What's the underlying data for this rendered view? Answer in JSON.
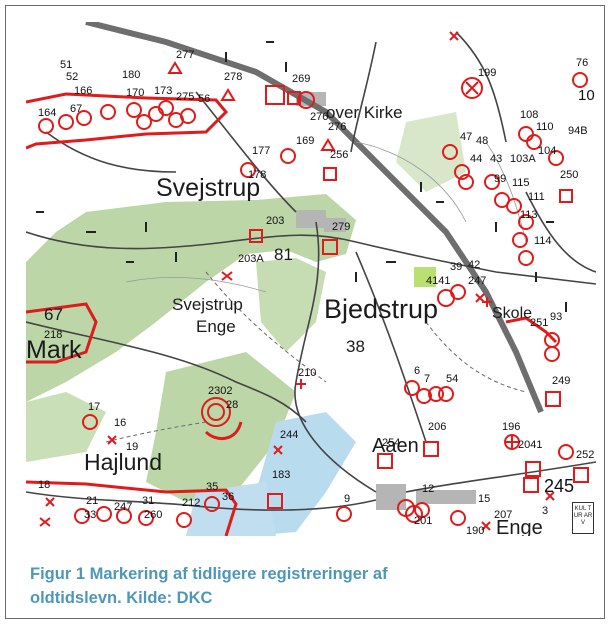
{
  "caption": {
    "line1": "Figur 1 Markering af tidligere registreringer af",
    "line2": "oldtidslevn. Kilde: DKC"
  },
  "map": {
    "place_names": {
      "svejstrup": "Svejstrup",
      "bjedstrup": "Bjedstrup",
      "svejstrup_enge_1": "Svejstrup",
      "svejstrup_enge_2": "Enge",
      "hajlund": "Hajlund",
      "mark": "Mark",
      "kirke": "over Kirke",
      "skole": "Skole",
      "aaen": "Aaen",
      "enge_bottom": "Enge"
    },
    "spot_heights": {
      "h81": "81",
      "h38": "38",
      "h67": "67"
    },
    "logo_text": "KUL TUR ARV",
    "colors": {
      "marker": "#e01b1b",
      "road": "#7a7a7a",
      "forest": "#b9d3a6",
      "water": "#b6d7ea",
      "village": "#b8b8b8"
    },
    "site_numbers": [
      "277",
      "180",
      "51",
      "52",
      "166",
      "170",
      "173",
      "275",
      "56",
      "164",
      "67",
      "278",
      "269",
      "199",
      "76",
      "10",
      "276",
      "276",
      "108",
      "110",
      "94B",
      "47",
      "48",
      "44",
      "43",
      "103A",
      "104",
      "250",
      "99",
      "115",
      "111",
      "169",
      "256",
      "177",
      "178",
      "203",
      "279",
      "113",
      "114",
      "42",
      "203A",
      "39",
      "4141",
      "247",
      "251",
      "93",
      "218",
      "210",
      "6",
      "7",
      "54",
      "249",
      "2302",
      "28",
      "17",
      "16",
      "19",
      "196",
      "2041",
      "252",
      "206",
      "254",
      "244",
      "183",
      "35",
      "36",
      "18",
      "31",
      "21",
      "260",
      "212",
      "247",
      "33",
      "15",
      "190",
      "207",
      "3",
      "201",
      "12",
      "9",
      "245"
    ]
  }
}
